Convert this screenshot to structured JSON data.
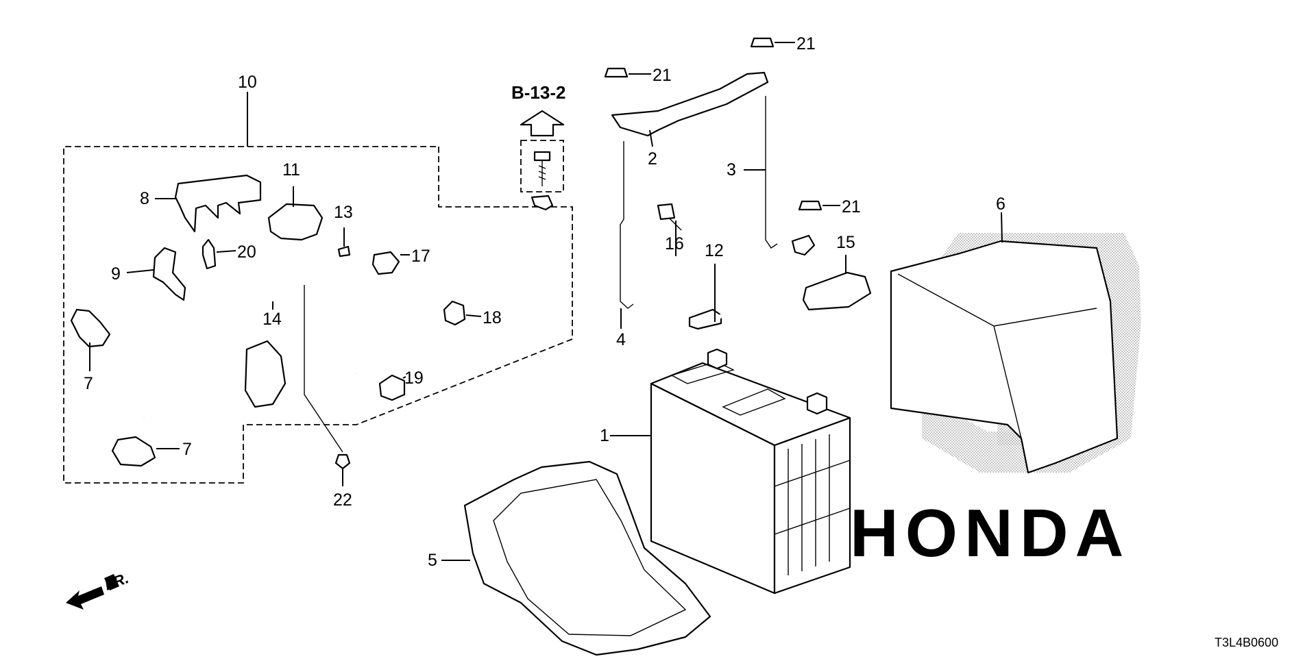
{
  "diagram": {
    "reference_arrow_label": "B-13-2",
    "front_arrow_label": "FR.",
    "diagram_code": "T3L4B0600",
    "watermark_text": "HONDA",
    "callouts": {
      "c1": "1",
      "c2": "2",
      "c3": "3",
      "c4": "4",
      "c5": "5",
      "c6": "6",
      "c7a": "7",
      "c7b": "7",
      "c8": "8",
      "c9": "9",
      "c10": "10",
      "c11": "11",
      "c12": "12",
      "c13": "13",
      "c14": "14",
      "c15": "15",
      "c16": "16",
      "c17": "17",
      "c18": "18",
      "c19": "19",
      "c20": "20",
      "c21a": "21",
      "c21b": "21",
      "c21c": "21",
      "c22": "22"
    },
    "colors": {
      "line": "#000000",
      "watermark": "#9a9a9a",
      "background": "#ffffff"
    }
  }
}
